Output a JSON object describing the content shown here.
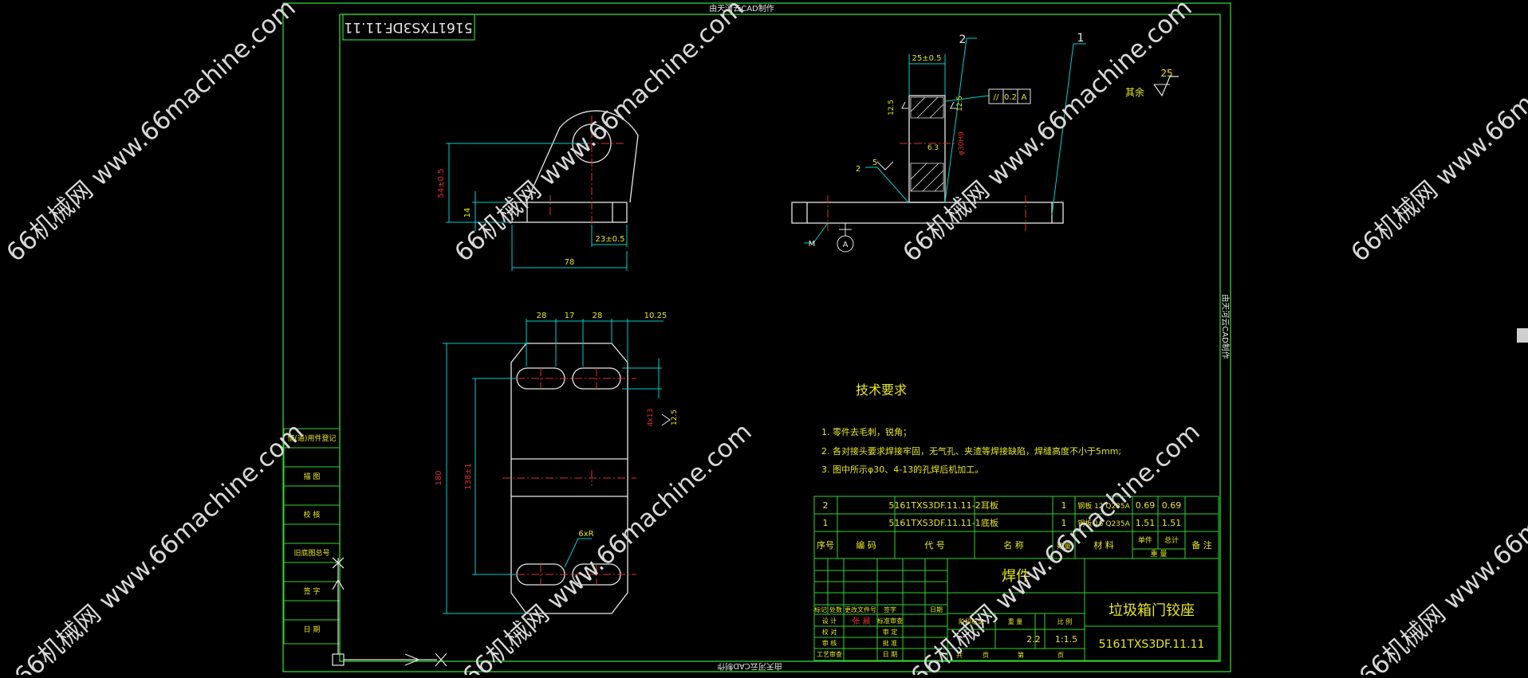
{
  "drawing": {
    "header_note": "由天河云CAD制作",
    "side_note": "由天河云CAD制作",
    "bottom_note": "由天河云CAD制作",
    "top_code": "5161TXS3DF.11.11",
    "dims": {
      "d_54": "54±0.5",
      "d_14": "14",
      "d_23": "23±0.5",
      "d_78": "78",
      "d_25": "25±0.5",
      "d_125a": "12.5",
      "d_125b": "12.5",
      "d_63": "6.3",
      "d_hole": "φ30H9",
      "d_5": "5",
      "d_2": "2",
      "d_28a": "28",
      "d_17": "17",
      "d_28b": "28",
      "d_1025": "10.25",
      "d_180": "180",
      "d_138": "138±1",
      "d_4x13": "4x13",
      "d_125c": "12.5",
      "d_6xr": "6xR"
    },
    "callouts": {
      "c1": "1",
      "c2": "2",
      "cm": "M",
      "ca": "A"
    },
    "tolerance": {
      "sym": "//",
      "val": "0.2",
      "datum": "A"
    },
    "roughness": {
      "label": "其余",
      "val": "25"
    },
    "tech": {
      "title": "技术要求",
      "items": [
        "1. 零件去毛刺，锐角；",
        "2. 各对接头要求焊接牢固，无气孔、夹渣等焊接缺陷，焊缝高度不小于5mm;",
        "3. 图中所示φ30、4-13的孔焊后机加工。"
      ]
    },
    "bom": {
      "rows": [
        [
          "2",
          "",
          "5161TXS3DF.11.11-2",
          "耳板",
          "1",
          "钢板 12 Q235A",
          "0.69",
          "0.69",
          ""
        ],
        [
          "1",
          "",
          "5161TXS3DF.11.11-1",
          "底板",
          "1",
          "钢板 16 Q235A",
          "1.51",
          "1.51",
          ""
        ]
      ],
      "headers": [
        "序号",
        "编 码",
        "代 号",
        "名 称",
        "数量",
        "材 料",
        "单件",
        "总计",
        "备 注"
      ],
      "weight_label": "重 量"
    },
    "titleblock": {
      "material": "焊件",
      "name": "垃圾箱门铰座",
      "code": "5161TXS3DF.11.11",
      "weight": "2.2",
      "scale": "1:1.5",
      "row_labels": [
        "标记",
        "处数",
        "更改文件号",
        "签字",
        "日期"
      ],
      "left_labels": [
        "设 计",
        "校 对",
        "审 核",
        "工艺审查"
      ],
      "std_labels": [
        "标准审查",
        "审 定",
        "批 准",
        "日 期"
      ],
      "stage_label": "阶段标记",
      "weight_label": "重 量",
      "scale_label": "比 例",
      "sheet_a": "共",
      "sheet_b": "页",
      "sheet_c": "第",
      "sheet_d": "页",
      "designer": "张 晨"
    },
    "leftstrip": [
      "借(通)用件登记",
      "描 图",
      "校 核",
      "旧底图总号",
      "签 字",
      "日 期"
    ]
  },
  "watermark": {
    "site": "66机械网 www.66machine.com"
  },
  "colors": {
    "frame": "#2fd62f",
    "dim": "#00d0d0",
    "part": "#e8e8e8",
    "red": "#e03030",
    "yellow": "#e8e820",
    "wm": "#d8d8d8"
  }
}
